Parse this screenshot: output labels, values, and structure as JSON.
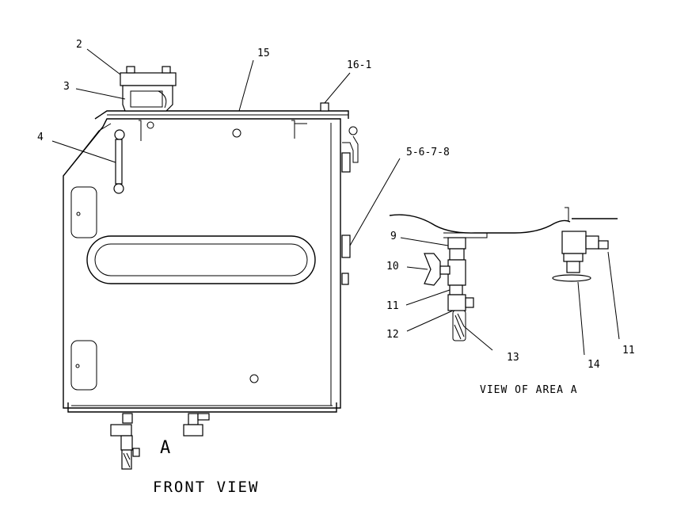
{
  "front_view": {
    "title": "FRONT VIEW",
    "area_marker": "A",
    "callouts": [
      "2",
      "3",
      "4",
      "15",
      "16-1",
      "5-6-7-8"
    ]
  },
  "detail_view": {
    "caption": "VIEW OF AREA A",
    "callouts": [
      "9",
      "10",
      "11",
      "12",
      "13",
      "14",
      "11"
    ]
  }
}
